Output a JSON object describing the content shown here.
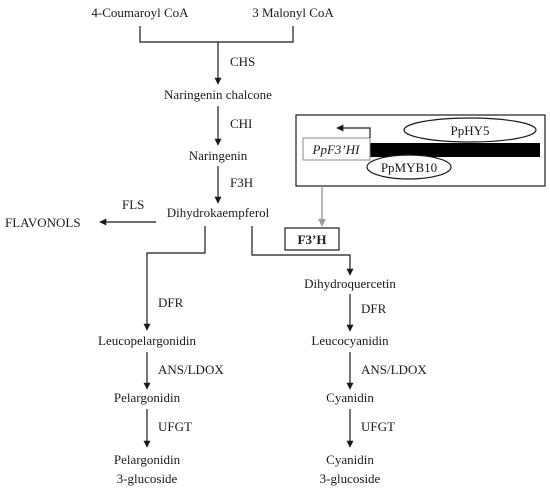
{
  "diagram": {
    "compounds": {
      "coumaroyl_coa": "4-Coumaroyl CoA",
      "malonyl_coa": "3 Malonyl CoA",
      "naringenin_chalcone": "Naringenin chalcone",
      "naringenin": "Naringenin",
      "dihydrokaempferol": "Dihydrokaempferol",
      "flavonols": "FLAVONOLS",
      "dihydroquercetin": "Dihydroquercetin",
      "leucopelargonidin": "Leucopelargonidin",
      "leucocyanidin": "Leucocyanidin",
      "pelargonidin": "Pelargonidin",
      "cyanidin": "Cyanidin",
      "pelargonidin_glucoside_1": "Pelargonidin",
      "pelargonidin_glucoside_2": "3-glucoside",
      "cyanidin_glucoside_1": "Cyanidin",
      "cyanidin_glucoside_2": "3-glucoside"
    },
    "enzymes": {
      "chs": "CHS",
      "chi": "CHI",
      "f3h": "F3H",
      "fls": "FLS",
      "dfr_left": "DFR",
      "dfr_right": "DFR",
      "ans_left": "ANS/LDOX",
      "ans_right": "ANS/LDOX",
      "ufgt_left": "UFGT",
      "ufgt_right": "UFGT",
      "f3prime_h": "F3’H"
    },
    "regulation": {
      "gene": "PpF3’HI",
      "tf_hy5": "PpHY5",
      "tf_myb10": "PpMYB10"
    }
  }
}
